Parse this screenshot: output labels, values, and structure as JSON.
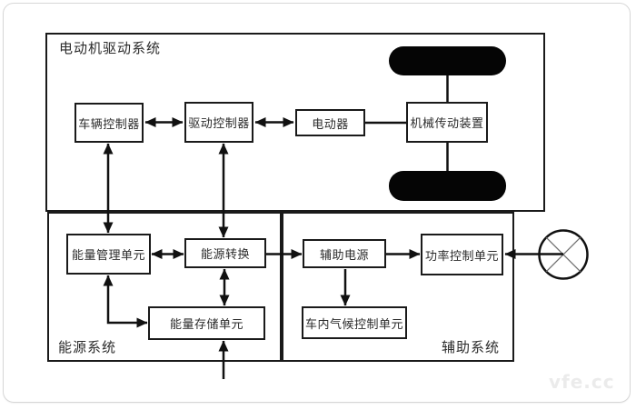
{
  "sections": {
    "drive": "电动机驱动系统",
    "energy": "能源系统",
    "aux": "辅助系统"
  },
  "blocks": {
    "vehicle_controller": "车辆控制器",
    "drive_controller": "驱动控制器",
    "motor": "电动器",
    "transmission": "机械传动装置",
    "energy_management": "能量管理单元",
    "energy_conversion": "能源转换",
    "energy_storage": "能量存储单元",
    "aux_power": "辅助电源",
    "power_control": "功率控制单元",
    "climate_control": "车内气候控制单元"
  },
  "icons": {
    "wheels": "wheel-icon",
    "steering": "steering-wheel-icon"
  },
  "watermark": {
    "text": "vfe.cc"
  },
  "colors": {
    "line": "#111111",
    "box_border": "#1a1a1a",
    "wheel_fill": "#050505",
    "frame_border": "#d7d7d7",
    "watermark": "#ebebeb",
    "background": "#ffffff"
  }
}
